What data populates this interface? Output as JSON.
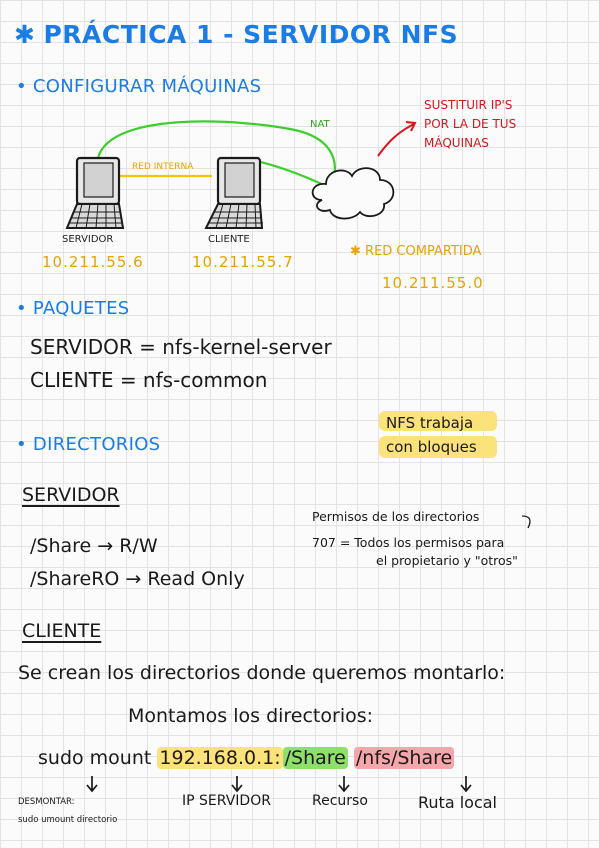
{
  "title": {
    "star": "✱",
    "text": "PRÁCTICA 1 - SERVIDOR NFS"
  },
  "bullet": "•",
  "sections": {
    "configurar": "CONFIGURAR MÁQUINAS",
    "paquetes": "PAQUETES",
    "directorios": "DIRECTORIOS"
  },
  "network": {
    "nat_label": "NAT",
    "red_interna_label": "RED INTERNA",
    "servidor_label": "SERVIDOR",
    "cliente_label": "CLIENTE",
    "servidor_ip": "10.211.55.6",
    "cliente_ip": "10.211.55.7",
    "note_line1": "SUSTITUIR IP'S",
    "note_line2": "POR LA DE TUS",
    "note_line3": "MÁQUINAS",
    "red_compartida_star": "✱",
    "red_compartida": "RED COMPARTIDA",
    "red_compartida_ip": "10.211.55.0"
  },
  "paquetes": {
    "servidor": "SERVIDOR = nfs-kernel-server",
    "cliente": "CLIENTE = nfs-common"
  },
  "note_bloques": {
    "line1": "NFS trabaja",
    "line2": "con bloques"
  },
  "servidor_dir": {
    "heading": "SERVIDOR",
    "line1": "/Share → R/W",
    "line2": "/ShareRO → Read Only"
  },
  "permisos": {
    "line1": "Permisos de los directorios",
    "line2": "707 = Todos los permisos para",
    "line3": "el propietario y \"otros\""
  },
  "cliente_dir": {
    "heading": "CLIENTE",
    "sentence": "Se crean los directorios donde queremos montarlo:",
    "montamos": "Montamos los directorios:",
    "cmd_prefix": "sudo mount",
    "cmd_ip": "192.168.0.1:",
    "cmd_recurso": "/Share",
    "cmd_local": "/nfs/Share",
    "lbl_ip": "IP SERVIDOR",
    "lbl_recurso": "Recurso",
    "lbl_local": "Ruta local",
    "desmontar": "DESMONTAR:",
    "umount": "sudo umount directorio"
  },
  "colors": {
    "blue": "#1b7ce4",
    "red": "#d8161c",
    "yellow_highlight": "#fbe27a",
    "green_highlight": "#8fe06a",
    "pink_highlight": "#f5a6aa",
    "nat_line": "#3ccf2a",
    "red_interna_line": "#f5c400"
  },
  "icons": [
    "laptop-servidor-icon",
    "laptop-cliente-icon",
    "cloud-icon",
    "arrow-icon"
  ]
}
